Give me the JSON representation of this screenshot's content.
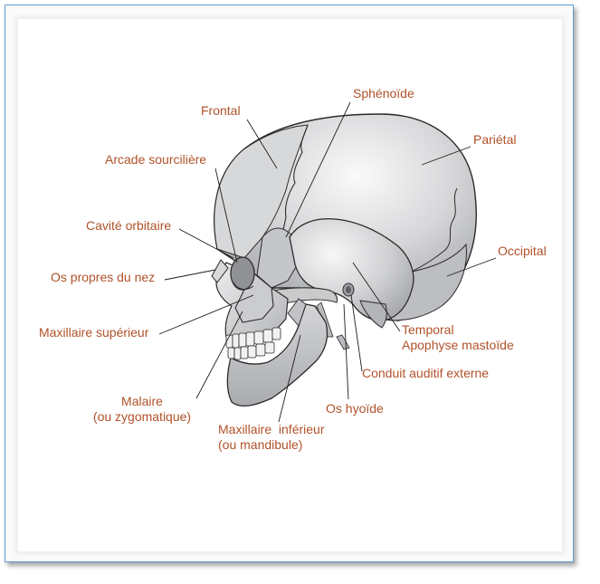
{
  "labels": {
    "frontal": "Frontal",
    "sphenoide": "Sphénoïde",
    "parietal": "Pariétal",
    "arcade_sourciliere": "Arcade sourcilière",
    "cavite_orbitaire": "Cavité orbitaire",
    "occipital": "Occipital",
    "os_propres_nez": "Os propres du nez",
    "maxillaire_superieur": "Maxillaire supérieur",
    "temporal": "Temporal",
    "apophyse_mastoide": "Apophyse mastoïde",
    "conduit_auditif": "Conduit auditif externe",
    "malaire_1": "Malaire",
    "malaire_2": "(ou zygomatique)",
    "os_hyoide": "Os hyoïde",
    "maxillaire_inferieur_1": "Maxillaire  inférieur",
    "maxillaire_inferieur_2": "(ou mandibule)"
  },
  "colors": {
    "label": "#b0522a",
    "frame_border": "#5b9bd5",
    "bone": "#c9cacc",
    "bone_light": "#f4f4f5",
    "outline": "#2b2b2b"
  }
}
